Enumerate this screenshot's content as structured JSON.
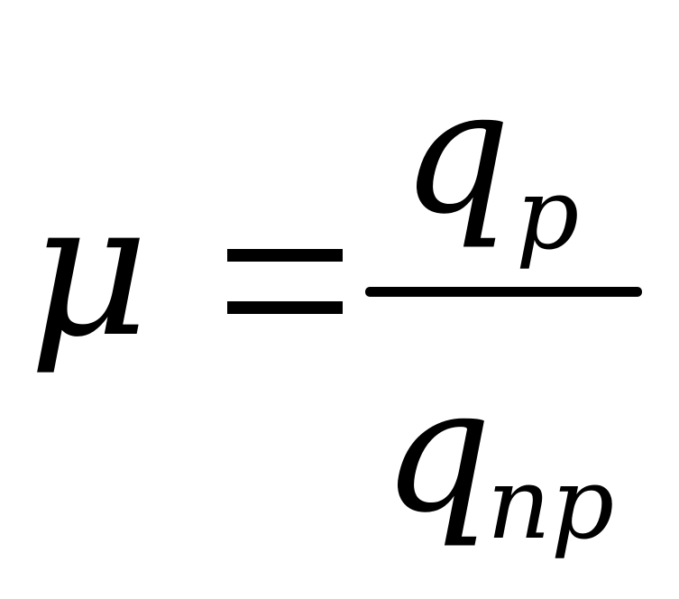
{
  "formula": {
    "lhs": "μ",
    "operator": "=",
    "numerator": {
      "base": "q",
      "subscript": "p"
    },
    "denominator": {
      "base": "q",
      "subscript": "np"
    }
  }
}
